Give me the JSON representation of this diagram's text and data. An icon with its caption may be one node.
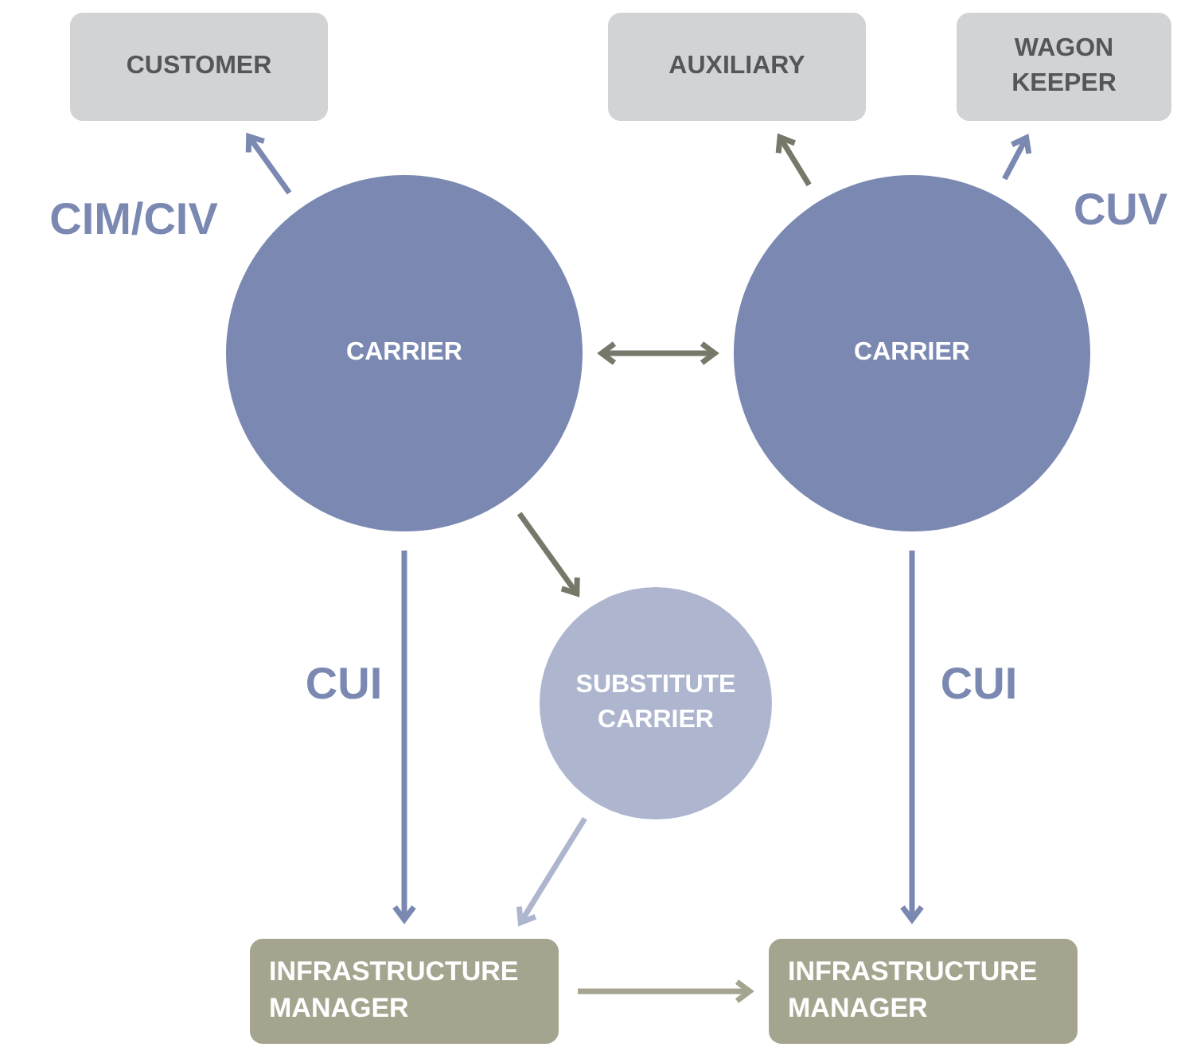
{
  "diagram": {
    "nodes": [
      {
        "text": [
          "CUSTOMER"
        ]
      },
      {
        "text": [
          "AUXILIARY"
        ]
      },
      {
        "text": [
          "WAGON KEEPER"
        ]
      },
      {
        "text": [
          "CARRIER"
        ]
      },
      {
        "text": [
          "CARRIER"
        ]
      },
      {
        "text": [
          "SUBSTITUTE CARRIER"
        ]
      },
      {
        "text": [
          "INFRASTRUCTURE MANAGER"
        ]
      },
      {
        "text": [
          "INFRASTRUCTURE MANAGER"
        ]
      }
    ],
    "edges": [
      {
        "from": 3,
        "to": 0,
        "arrow": "to",
        "label": "CIM/CIV"
      },
      {
        "from": 3,
        "to": 4,
        "arrow": "both",
        "color": "#77786a"
      },
      {
        "from": 4,
        "to": 1,
        "arrow": "to",
        "color": "#77786a"
      },
      {
        "from": 4,
        "to": 2,
        "arrow": "to",
        "label": "CUV"
      },
      {
        "from": 3,
        "to": 5,
        "arrow": "to",
        "color": "#77786a"
      },
      {
        "from": 3,
        "to": 6,
        "arrow": "to",
        "label": "CUI"
      },
      {
        "from": 4,
        "to": 7,
        "arrow": "to",
        "label": "CUI"
      },
      {
        "from": 5,
        "to": 6,
        "arrow": "to",
        "color": "#aeb6cf"
      },
      {
        "from": 6,
        "to": 7,
        "arrow": "to",
        "color": "#a5a58f"
      }
    ]
  }
}
